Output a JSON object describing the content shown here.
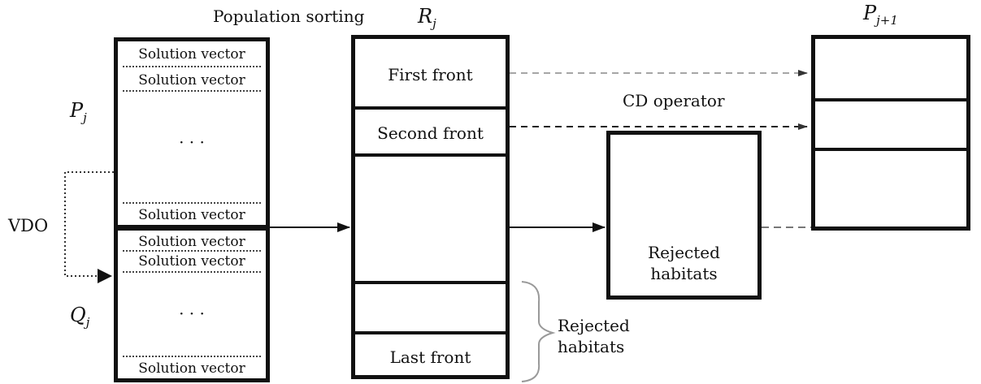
{
  "header": {
    "population_sorting": "Population sorting",
    "rj": "R",
    "rj_sub": "j",
    "pj1": "P",
    "pj1_sub": "j+1"
  },
  "left_stack": {
    "pj": "P",
    "pj_sub": "j",
    "qj": "Q",
    "qj_sub": "j",
    "vdo": "VDO",
    "top_vectors": [
      "Solution vector",
      "Solution vector"
    ],
    "top_ellipsis": "· · ·",
    "top_last_vector": "Solution vector",
    "bottom_vectors": [
      "Solution vector",
      "Solution vector"
    ],
    "bottom_ellipsis": "· · ·",
    "bottom_last_vector": "Solution vector"
  },
  "fronts": {
    "first": "First front",
    "second": "Second front",
    "last": "Last front"
  },
  "cd_operator": "CD operator",
  "rejected_box": [
    "Rejected",
    "habitats"
  ],
  "rejected_brace": [
    "Rejected",
    "habitats"
  ],
  "colors": {
    "ink": "#111111",
    "dash": "#666666"
  }
}
